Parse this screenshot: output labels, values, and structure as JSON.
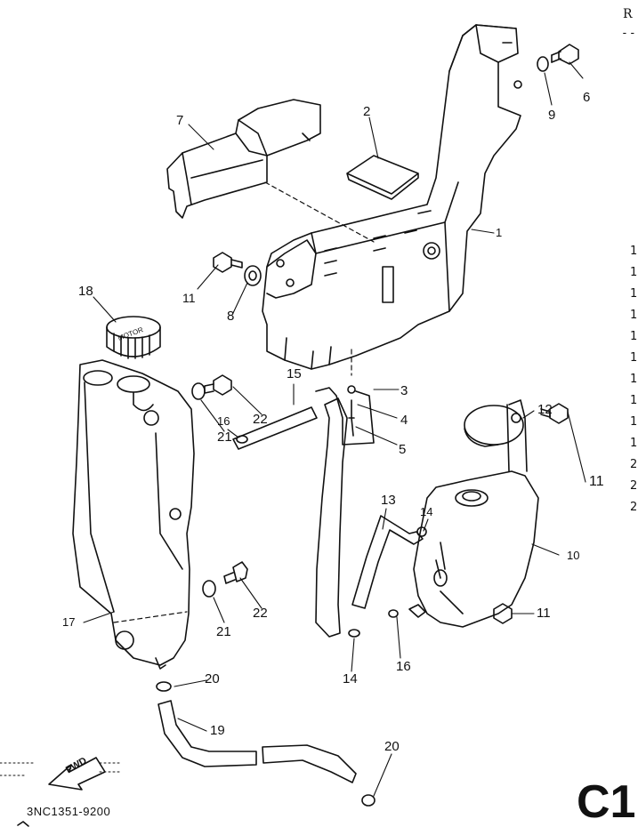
{
  "corner": {
    "header_letter": "R",
    "header_dash": "--"
  },
  "labels": [
    {
      "id": "7",
      "text": "7"
    },
    {
      "id": "2",
      "text": "2"
    },
    {
      "id": "6",
      "text": "6"
    },
    {
      "id": "9",
      "text": "9"
    },
    {
      "id": "1",
      "text": "1"
    },
    {
      "id": "11a",
      "text": "11"
    },
    {
      "id": "8",
      "text": "8"
    },
    {
      "id": "18",
      "text": "18"
    },
    {
      "id": "3",
      "text": "3"
    },
    {
      "id": "4",
      "text": "4"
    },
    {
      "id": "5",
      "text": "5"
    },
    {
      "id": "21a",
      "text": "21"
    },
    {
      "id": "22a",
      "text": "22"
    },
    {
      "id": "12",
      "text": "12"
    },
    {
      "id": "15",
      "text": "15"
    },
    {
      "id": "16a",
      "text": "16"
    },
    {
      "id": "13",
      "text": "13"
    },
    {
      "id": "14a",
      "text": "14"
    },
    {
      "id": "11b",
      "text": "11"
    },
    {
      "id": "10",
      "text": "10"
    },
    {
      "id": "17",
      "text": "17"
    },
    {
      "id": "21b",
      "text": "21"
    },
    {
      "id": "22b",
      "text": "22"
    },
    {
      "id": "11c",
      "text": "11"
    },
    {
      "id": "16b",
      "text": "16"
    },
    {
      "id": "14b",
      "text": "14"
    },
    {
      "id": "20a",
      "text": "20"
    },
    {
      "id": "19",
      "text": "19"
    },
    {
      "id": "20b",
      "text": "20"
    }
  ],
  "edge_numbers": [
    "1",
    "1",
    "1",
    "1",
    "1",
    "1",
    "1",
    "1",
    "1",
    "1",
    "2",
    "2",
    "2"
  ],
  "cap_text": "MOTOR",
  "fwd_text": "FWD",
  "part_number": "3NC1351-9200",
  "page_id": "C1"
}
